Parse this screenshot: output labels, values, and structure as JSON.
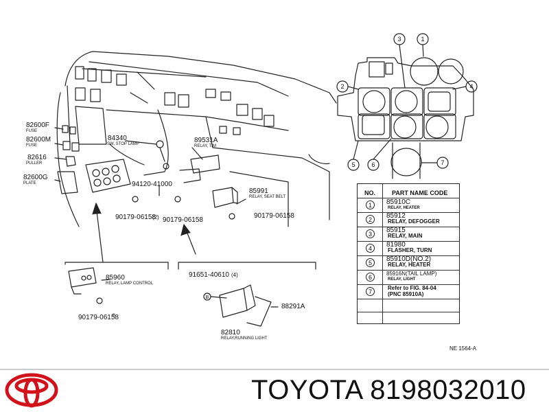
{
  "labels": {
    "fuse_f": "82600F",
    "fuse_m": "82600M",
    "puller": "82616",
    "plate": "82600G",
    "stop_lamp_sw": "84340",
    "relay_tm": "89531A",
    "bolt_41000": "94120-41000",
    "relay_seatbelt": "85991",
    "nut_a": "90179-06158",
    "nut_b": "90179-06158",
    "nut_c": "90179-06158",
    "relay_lamp_control": "85960",
    "nut_d": "90179-06158",
    "bolt_40610": "91651-40610",
    "bracket": "88291A",
    "relay_running_light": "82810"
  },
  "sublabels": {
    "fuse_f": "FUSE",
    "fuse_m": "FUSE",
    "puller": "PULLER",
    "plate": "PLATE",
    "stop_lamp_sw": "SW, STOP LAMP",
    "relay_tm": "RELAY, T/M",
    "relay_seatbelt": "RELAY, SEAT BELT",
    "relay_lamp_control": "RELAY, LAMP CONTROL",
    "relay_running_light": "RELAY,RUNNING LIGHT"
  },
  "qty": {
    "nut_a": "(2)",
    "nut_d": "B",
    "bolt_40610": "(4)"
  },
  "callouts": [
    "1",
    "2",
    "3",
    "4",
    "5",
    "6",
    "7"
  ],
  "table": {
    "col_no": "NO.",
    "col_part": "PART NAME CODE",
    "rows": [
      {
        "no": "1",
        "code": "85910C",
        "name": "RELAY, HEATER"
      },
      {
        "no": "2",
        "code": "85912",
        "name": "RELAY, DEFOGGER"
      },
      {
        "no": "3",
        "code": "85915",
        "name": "RELAY, MAIN"
      },
      {
        "no": "4",
        "code": "81980",
        "name": "FLASHER, TURN"
      },
      {
        "no": "5",
        "code": "85910D(NO.2)",
        "name": "RELAY, HEATER"
      },
      {
        "no": "6",
        "code": "85916N(TAIL LAMP)",
        "name": "RELAY, LIGHT"
      },
      {
        "no": "7",
        "code": "Refer to FIG. 84-04",
        "name": "(PNC 85910A)"
      }
    ]
  },
  "ref_code": "NE  1564-A",
  "footer": {
    "brand": "TOYOTA",
    "part_number": "8198032010",
    "logo_color": "#d2121b"
  }
}
